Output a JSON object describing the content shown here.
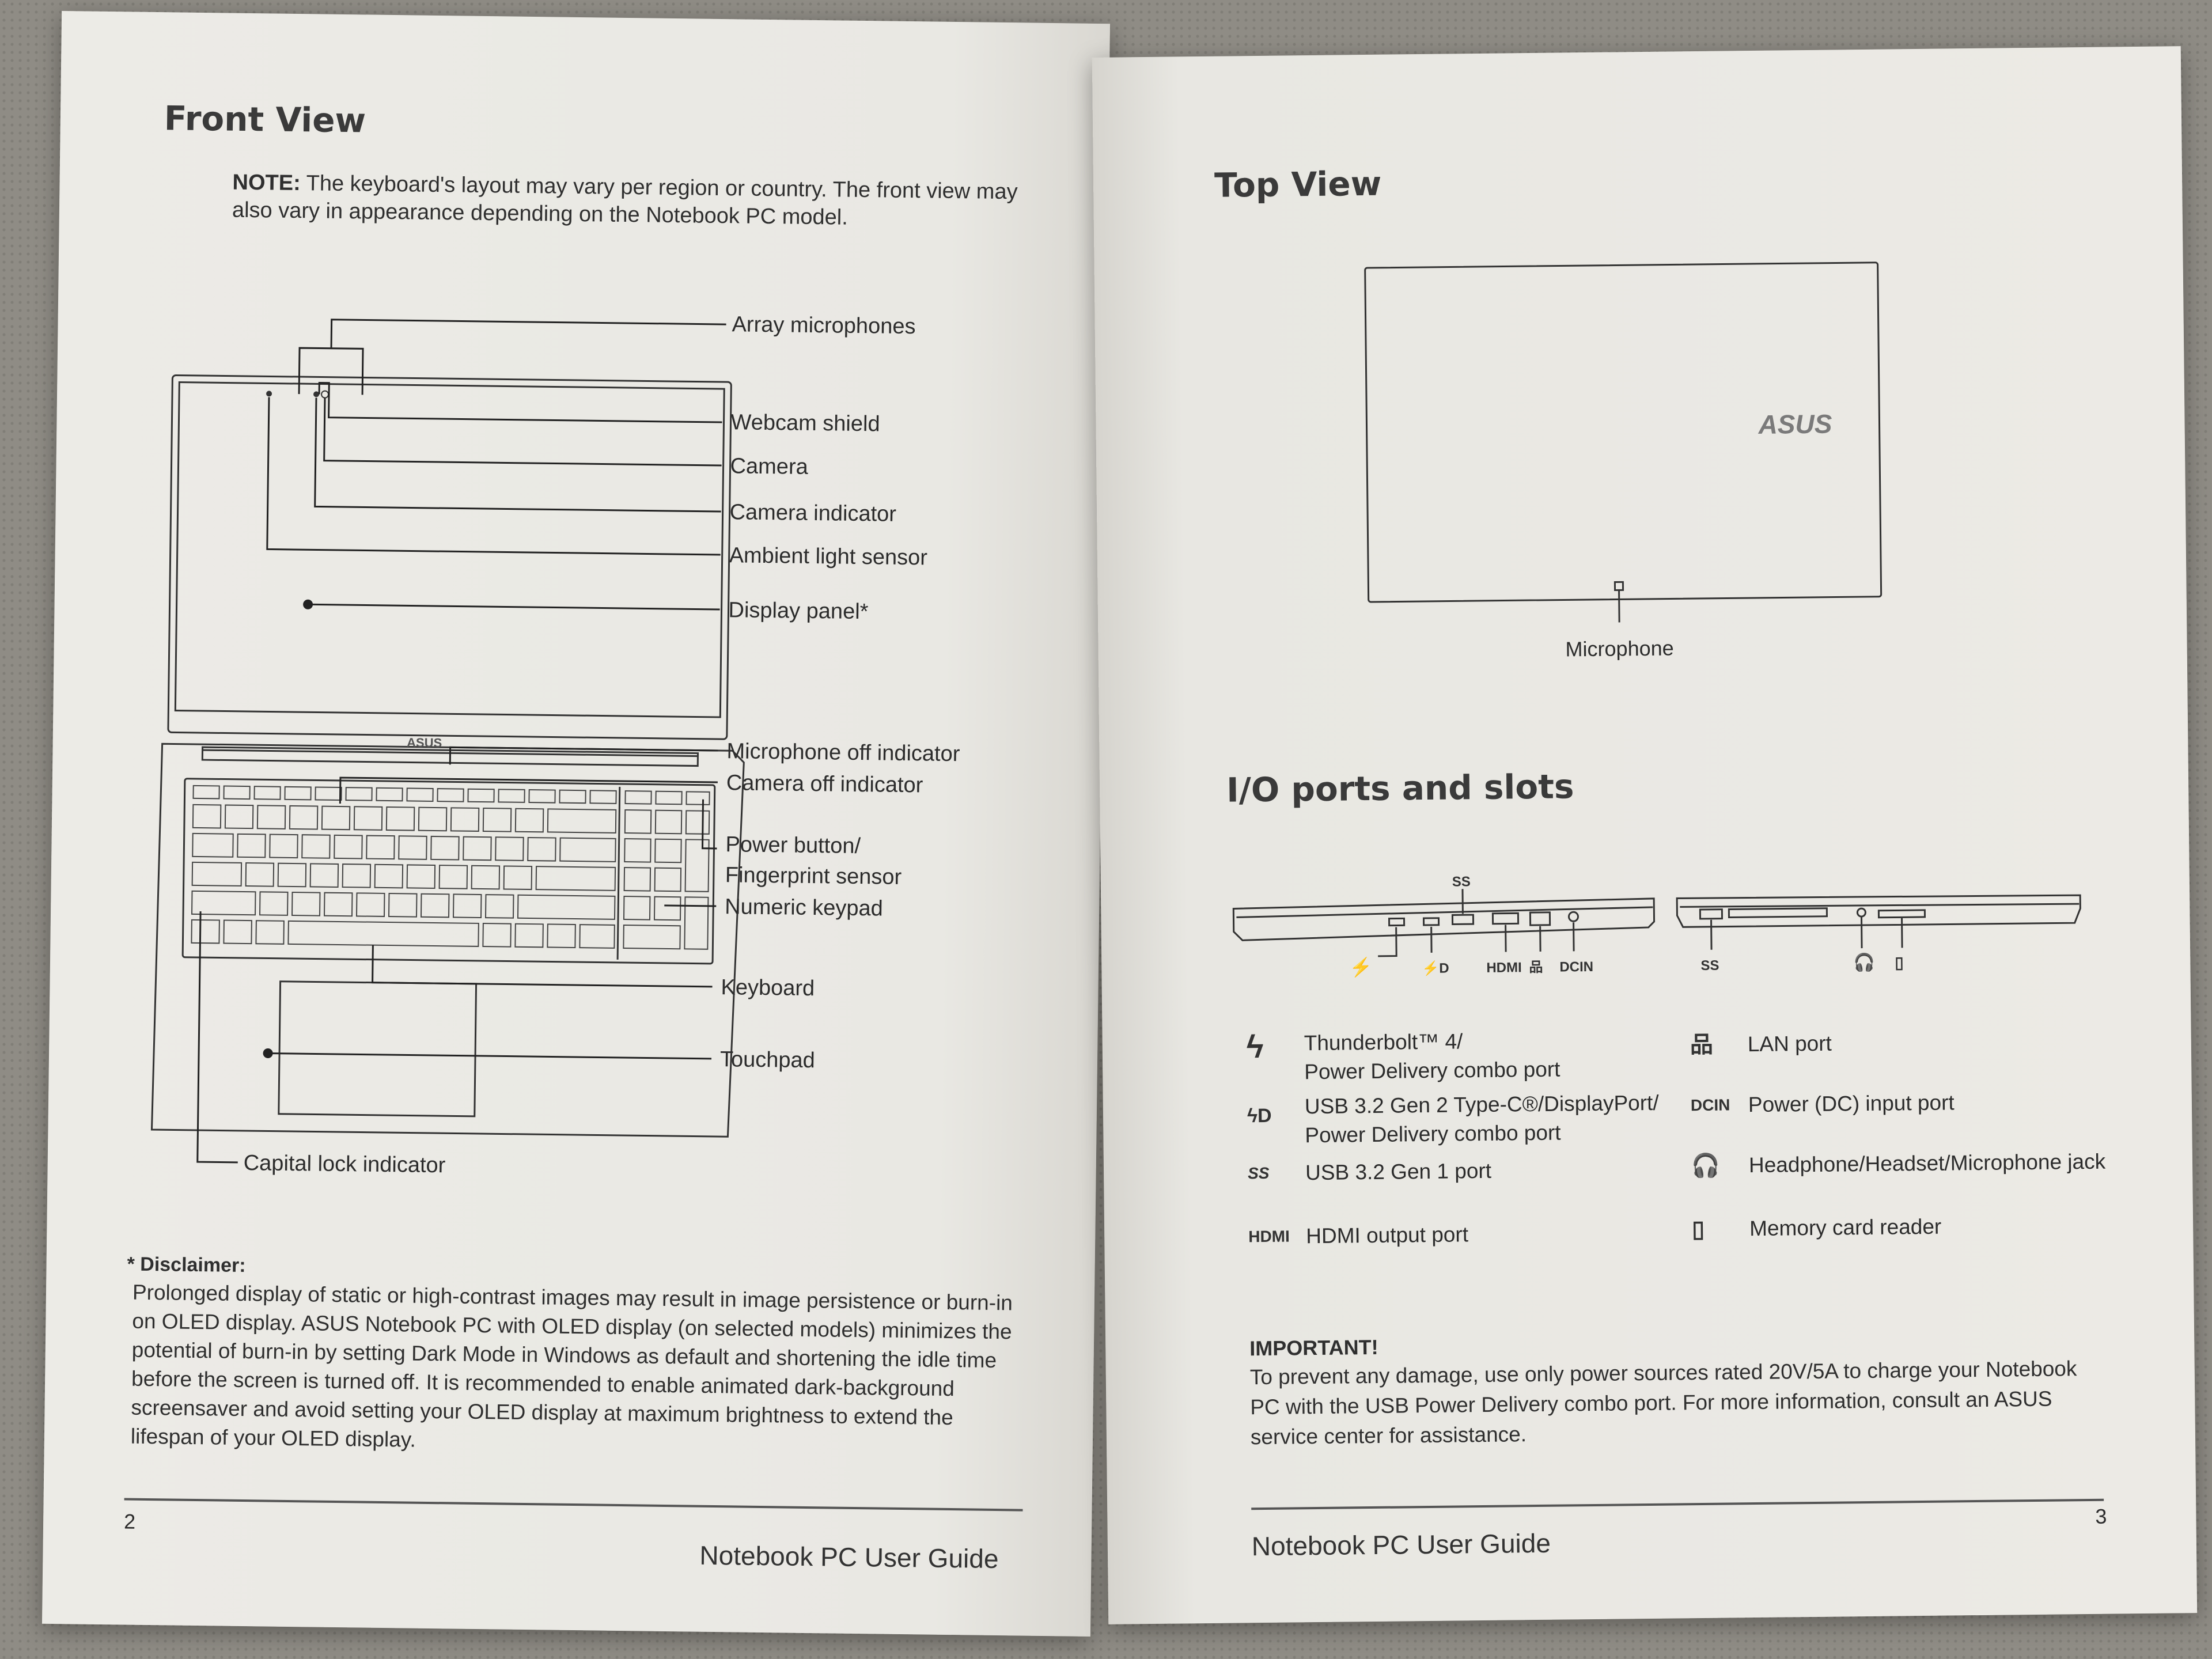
{
  "left_page": {
    "title": "Front View",
    "note_label": "NOTE:",
    "note_text": "The keyboard's layout may vary per region or country. The front view may also vary in appearance depending on the Notebook PC model.",
    "diagram": {
      "brand": "ASUS",
      "labels": {
        "array_microphones": "Array microphones",
        "webcam_shield": "Webcam shield",
        "camera": "Camera",
        "camera_indicator": "Camera indicator",
        "ambient_light_sensor": "Ambient light sensor",
        "display_panel": "Display panel*",
        "microphone_off_indicator": "Microphone off indicator",
        "camera_off_indicator": "Camera off indicator",
        "power_button_1": "Power button/",
        "power_button_2": "Fingerprint sensor",
        "numeric_keypad": "Numeric keypad",
        "keyboard": "Keyboard",
        "touchpad": "Touchpad",
        "capital_lock_indicator": "Capital lock indicator"
      }
    },
    "disclaimer_title": "* Disclaimer:",
    "disclaimer_text": "Prolonged display of static or high-contrast images may result in image persistence or burn-in on OLED display. ASUS Notebook PC with OLED display (on selected models) minimizes the potential of burn-in by setting Dark Mode in Windows as default and shortening the idle time before the screen is turned off. It is recommended to enable animated dark-background screensaver and avoid setting your OLED display at maximum brightness to extend the lifespan of your OLED display.",
    "page_number": "2",
    "footer": "Notebook PC User Guide"
  },
  "right_page": {
    "title": "Top View",
    "brand": "ASUS",
    "microphone_label": "Microphone",
    "io_title": "I/O ports and slots",
    "port_icon_labels": {
      "ss": "SS",
      "hdmi": "HDMI",
      "dcin": "DCIN"
    },
    "ports_left": [
      {
        "icon": "thunderbolt-icon",
        "line1": "Thunderbolt™ 4/",
        "line2": "Power Delivery combo port"
      },
      {
        "icon": "usb-c-displayport-icon",
        "line1": "USB 3.2 Gen 2 Type-C®/DisplayPort/",
        "line2": "Power Delivery combo port"
      },
      {
        "icon": "usb-ss-icon",
        "line1": "USB 3.2 Gen 1 port",
        "line2": ""
      },
      {
        "icon": "hdmi-icon",
        "line1": "HDMI output port",
        "line2": ""
      }
    ],
    "ports_right": [
      {
        "icon": "lan-icon",
        "line1": "LAN port"
      },
      {
        "icon": "dc-in-icon",
        "line1": "Power (DC) input port"
      },
      {
        "icon": "headset-icon",
        "line1": "Headphone/Headset/Microphone jack"
      },
      {
        "icon": "memory-card-icon",
        "line1": "Memory card reader"
      }
    ],
    "important_title": "IMPORTANT!",
    "important_text": "To prevent any damage, use only power sources rated 20V/5A to charge your Notebook PC with the USB Power Delivery combo port. For more information, consult an ASUS service center for assistance.",
    "page_number": "3",
    "footer": "Notebook PC User Guide"
  }
}
